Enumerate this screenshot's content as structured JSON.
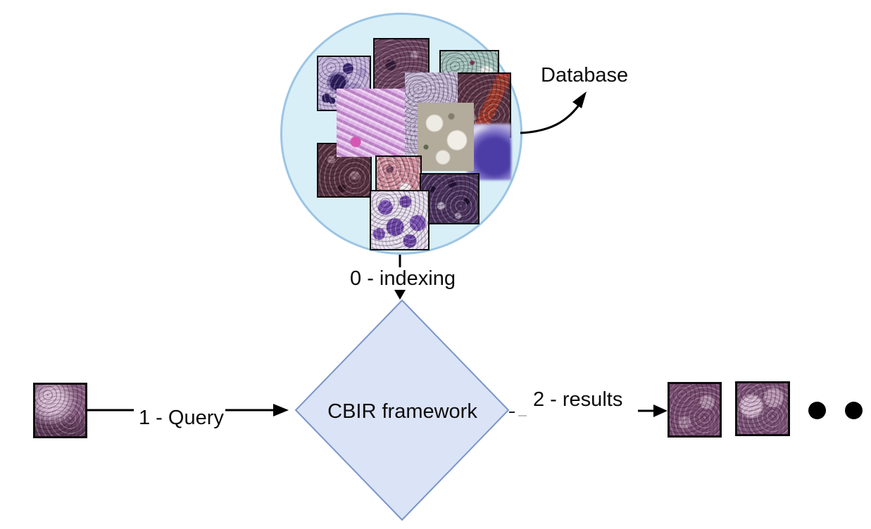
{
  "diagram": {
    "type": "cbir-flow-diagram",
    "labels": {
      "database": "Database",
      "indexing": "0 - indexing",
      "query": "1 - Query",
      "results": "2 - results",
      "framework": "CBIR framework"
    },
    "database_cluster": {
      "shape": "circle",
      "fill_color": "#d8eff8",
      "border_color": "#9cc5e4",
      "thumbnails": [
        "dark-purple-tissue",
        "teal-stained-tissue",
        "cytology-smear-dark-blobs",
        "maroon-tissue-red-streak",
        "blue-cell-blur",
        "lavender-tissue",
        "dark-maroon-tissue",
        "fibrous-purple-swirl",
        "beige-gray-tissue",
        "pink-eosin-tissue",
        "dense-purple-nuclei",
        "purple-cell-clusters"
      ]
    },
    "framework_node": {
      "shape": "diamond",
      "fill_color": "#dbe3f7",
      "border_color": "#7b96c9"
    },
    "query_input": {
      "thumbnail": "purple-histology-query"
    },
    "results_output": {
      "thumbnails": [
        "purple-histology-result-1",
        "purple-histology-result-2"
      ],
      "ellipsis_dots": 2
    },
    "arrow_color": "#000000"
  }
}
